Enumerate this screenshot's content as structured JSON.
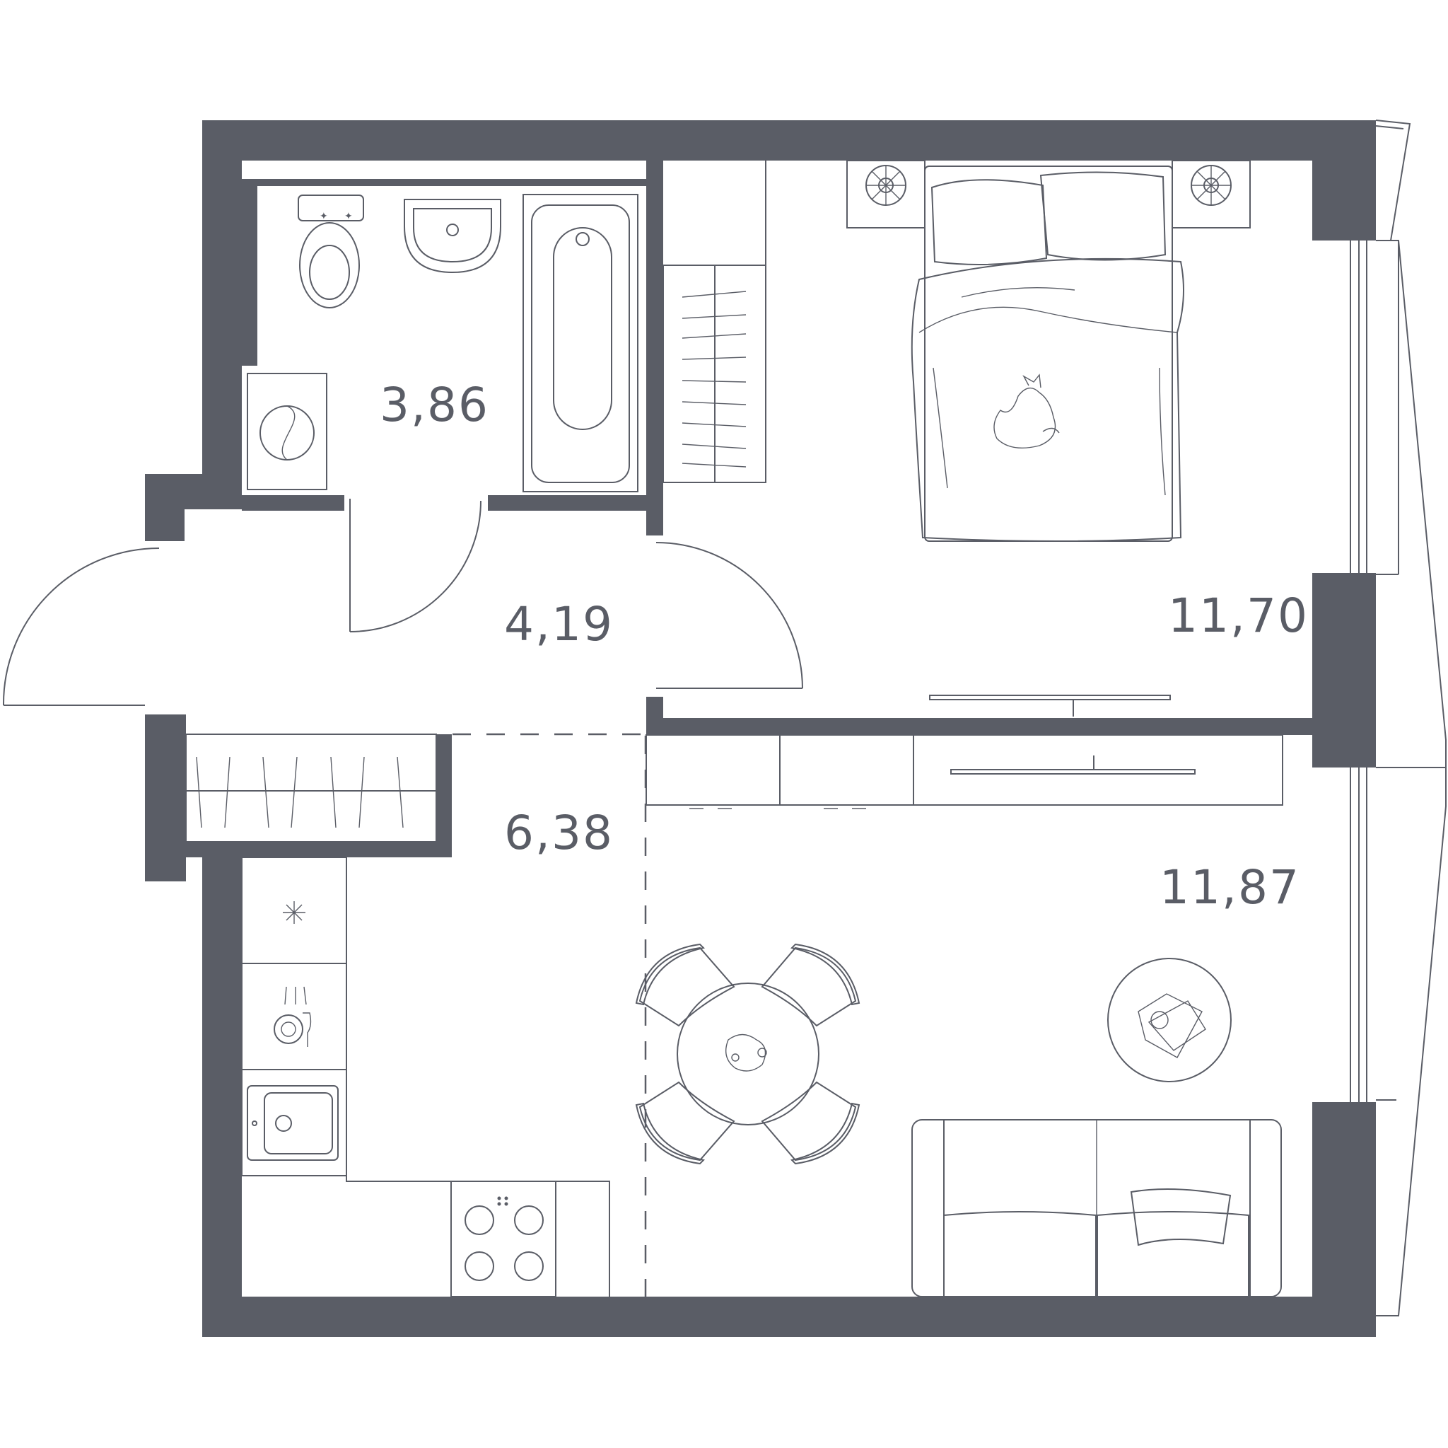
{
  "plan": {
    "colors": {
      "wall": "#5a5d66",
      "background": "#ffffff"
    },
    "rooms": [
      {
        "id": "bathroom",
        "area": "3,86"
      },
      {
        "id": "hallway",
        "area": "4,19"
      },
      {
        "id": "bedroom",
        "area": "11,70"
      },
      {
        "id": "corridor",
        "area": "6,38"
      },
      {
        "id": "living-kitchen",
        "area": "11,87"
      }
    ]
  }
}
